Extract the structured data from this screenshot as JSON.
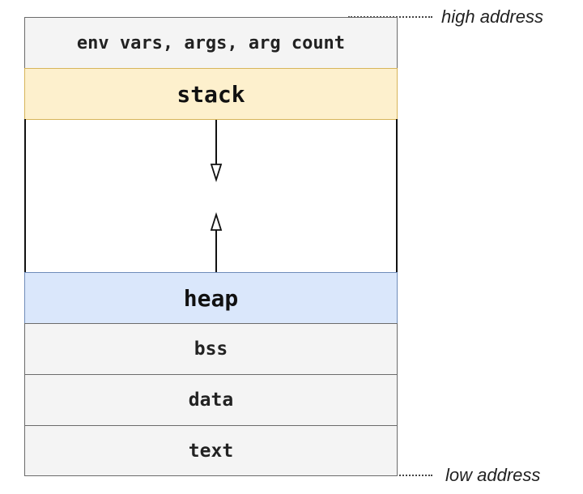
{
  "memory_layout": {
    "segments": [
      {
        "id": "env",
        "label": "env vars, args, arg count"
      },
      {
        "id": "stack",
        "label": "stack"
      },
      {
        "id": "heap",
        "label": "heap"
      },
      {
        "id": "bss",
        "label": "bss"
      },
      {
        "id": "data",
        "label": "data"
      },
      {
        "id": "text",
        "label": "text"
      }
    ],
    "high_address_label": "high address",
    "low_address_label": "low address"
  },
  "colors": {
    "stack_fill": "#fdf0cd",
    "stack_border": "#d7b55a",
    "heap_fill": "#dae7fb",
    "heap_border": "#6f8cb9",
    "segment_fill": "#f4f4f4",
    "segment_border": "#6b6b6b"
  },
  "arrows": {
    "stack_growth": "down",
    "heap_growth": "up"
  }
}
